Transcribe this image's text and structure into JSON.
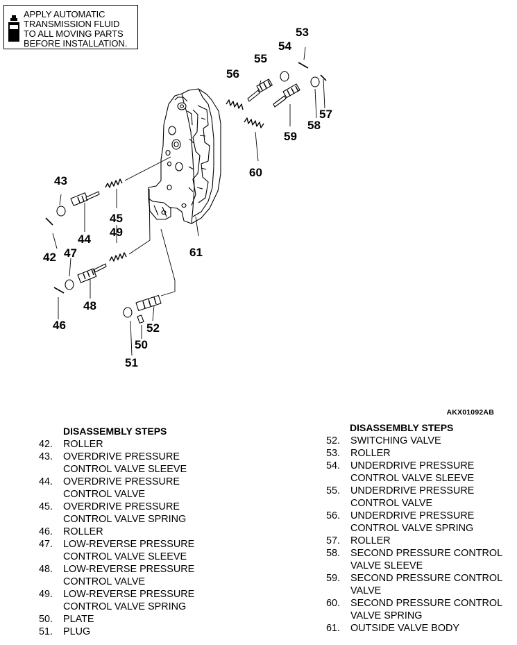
{
  "note": {
    "lines": [
      "APPLY AUTOMATIC",
      "TRANSMISSION FLUID",
      "TO ALL MOVING PARTS",
      "BEFORE INSTALLATION."
    ],
    "icon": "oil-can-icon"
  },
  "figure_ref": "AKX01092AB",
  "callouts": {
    "c42": "42",
    "c43": "43",
    "c44": "44",
    "c45": "45",
    "c46": "46",
    "c47": "47",
    "c48": "48",
    "c49": "49",
    "c50": "50",
    "c51": "51",
    "c52": "52",
    "c53": "53",
    "c54": "54",
    "c55": "55",
    "c56": "56",
    "c57": "57",
    "c58": "58",
    "c59": "59",
    "c60": "60",
    "c61": "61"
  },
  "steps_left": {
    "heading": "DISASSEMBLY STEPS",
    "items": [
      {
        "num": "42.",
        "text": "ROLLER"
      },
      {
        "num": "43.",
        "text": "OVERDRIVE PRESSURE\nCONTROL VALVE SLEEVE"
      },
      {
        "num": "44.",
        "text": "OVERDRIVE PRESSURE\nCONTROL VALVE"
      },
      {
        "num": "45.",
        "text": "OVERDRIVE PRESSURE\nCONTROL VALVE SPRING"
      },
      {
        "num": "46.",
        "text": "ROLLER"
      },
      {
        "num": "47.",
        "text": "LOW-REVERSE PRESSURE\nCONTROL VALVE SLEEVE"
      },
      {
        "num": "48.",
        "text": "LOW-REVERSE PRESSURE\nCONTROL VALVE"
      },
      {
        "num": "49.",
        "text": "LOW-REVERSE PRESSURE\nCONTROL VALVE SPRING"
      },
      {
        "num": "50.",
        "text": "PLATE"
      },
      {
        "num": "51.",
        "text": "PLUG"
      }
    ]
  },
  "steps_right": {
    "heading": "DISASSEMBLY STEPS",
    "items": [
      {
        "num": "52.",
        "text": "SWITCHING VALVE"
      },
      {
        "num": "53.",
        "text": "ROLLER"
      },
      {
        "num": "54.",
        "text": "UNDERDRIVE PRESSURE\nCONTROL VALVE SLEEVE"
      },
      {
        "num": "55.",
        "text": "UNDERDRIVE PRESSURE\nCONTROL VALVE"
      },
      {
        "num": "56.",
        "text": "UNDERDRIVE PRESSURE\nCONTROL VALVE SPRING"
      },
      {
        "num": "57.",
        "text": "ROLLER"
      },
      {
        "num": "58.",
        "text": "SECOND PRESSURE CONTROL\nVALVE SLEEVE"
      },
      {
        "num": "59.",
        "text": "SECOND PRESSURE CONTROL\nVALVE"
      },
      {
        "num": "60.",
        "text": "SECOND PRESSURE CONTROL\nVALVE SPRING"
      },
      {
        "num": "61.",
        "text": "OUTSIDE VALVE BODY"
      }
    ]
  }
}
